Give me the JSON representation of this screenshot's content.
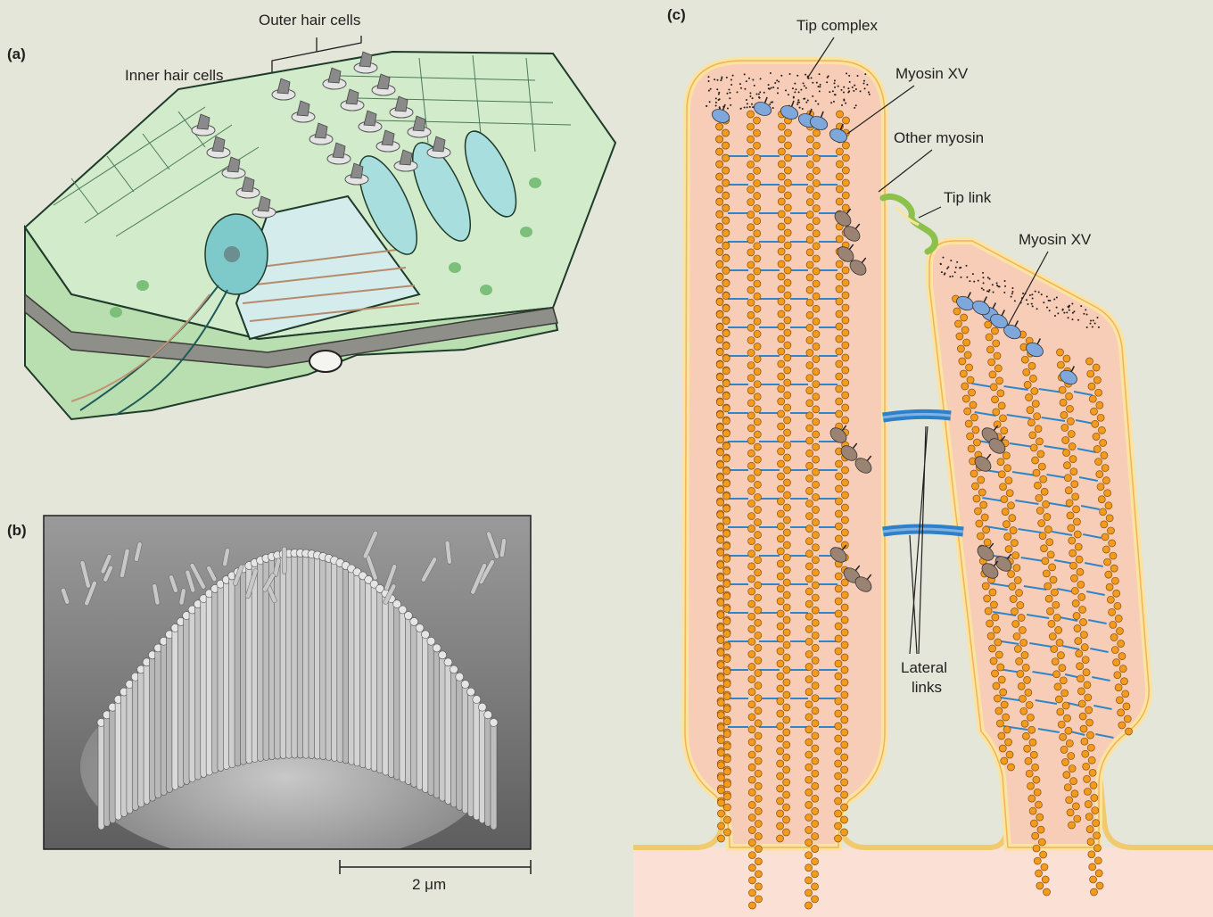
{
  "panel_a": {
    "letter": "(a)",
    "labels": {
      "outer_hair_cells": "Outer hair cells",
      "inner_hair_cells": "Inner hair cells"
    }
  },
  "panel_b": {
    "letter": "(b)",
    "scale_bar": "2 μm"
  },
  "panel_c": {
    "letter": "(c)",
    "labels": {
      "tip_complex": "Tip complex",
      "myosin_xv_left": "Myosin XV",
      "other_myosin": "Other myosin",
      "tip_link": "Tip link",
      "myosin_xv_right": "Myosin XV",
      "lateral": "Lateral",
      "links": "links"
    }
  },
  "colors": {
    "background": "#e3e6d8",
    "organ_green": "#cfe8c8",
    "hair_cell_teal": "#7ec9c9",
    "stereocilium_fill": "#f7cdb8",
    "membrane_yellow": "#fbe3a2",
    "actin_orange": "#f29b1d",
    "cross_link_blue": "#2e86c9",
    "myosin_xv_blue": "#7ea7dc",
    "other_myosin_brown": "#9a8372",
    "tip_link_green": "#8cc14a"
  }
}
